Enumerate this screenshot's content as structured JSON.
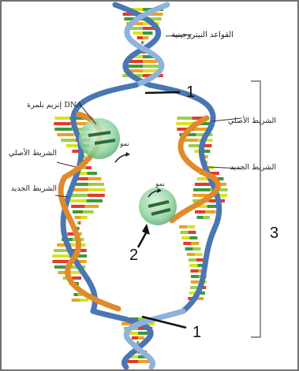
{
  "labels": {
    "bases": "القواعد النيتروجينية",
    "polymerase": "إنزيم بلمرة DNA",
    "original_strand_right": "الشريط الأصلي",
    "new_strand_right": "الشريط الجديد",
    "original_strand_left": "الشريط الأصلي",
    "new_strand_left": "الشريط الجديد",
    "growth_top": "نمو",
    "growth_mid": "نمو"
  },
  "markers": {
    "top_one": "1",
    "bottom_one": "1",
    "two": "2",
    "three": "3"
  },
  "colors": {
    "backbone_blue": "#4a77b3",
    "backbone_light": "#8fb3dc",
    "new_strand_orange": "#e08a2c",
    "enzyme_green": "#7fc98f",
    "base_colors": [
      "#d9e21f",
      "#e23b2e",
      "#3a9a3a",
      "#f0a020",
      "#9ad04a"
    ]
  }
}
